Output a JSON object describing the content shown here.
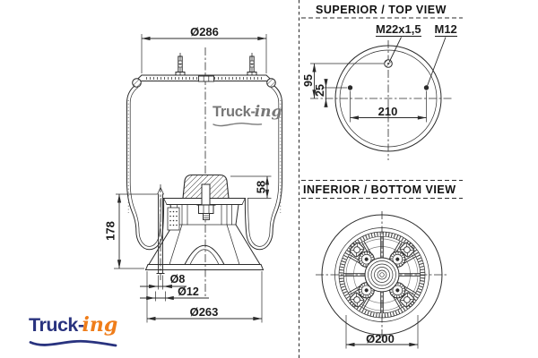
{
  "drawing": {
    "side_view": {
      "dim_top_plate_diameter": "Ø286",
      "dim_piston_height": "178",
      "dim_bumper_height": "58",
      "dim_hole_small": "Ø8",
      "dim_hole_large": "Ø12",
      "dim_base_diameter": "Ø263",
      "watermark_brand": "Truck-",
      "watermark_suffix": "ing"
    },
    "top_view": {
      "header": "SUPERIOR / TOP VIEW",
      "label_center_thread": "M22x1,5",
      "label_stud_thread": "M12",
      "dim_center_offset": "95",
      "dim_stud_offset": "25",
      "dim_stud_spacing": "210"
    },
    "bottom_view": {
      "header": "INFERIOR / BOTTOM VIEW",
      "dim_bottom_diameter": "Ø200"
    },
    "logo": {
      "brand": "Truck-",
      "suffix": "ing"
    }
  },
  "colors": {
    "ink": "#2b2b2b",
    "logo_navy": "#29337f",
    "logo_orange": "#ef7d1a",
    "watermark_gray": "#777777"
  }
}
